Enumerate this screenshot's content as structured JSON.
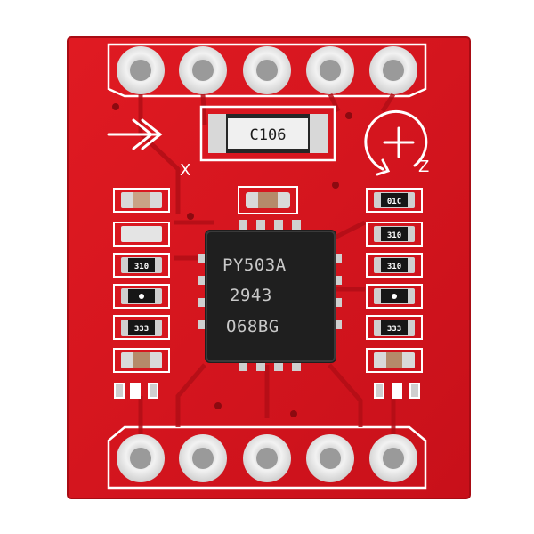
{
  "chip": {
    "line1": "PY503A",
    "line2": "2943",
    "line3": "O68BG"
  },
  "capacitor": {
    "label": "C106"
  },
  "silkscreen": {
    "x_axis": "X",
    "z_axis": "Z"
  },
  "passives": {
    "left_row3": "310",
    "left_row5": "333",
    "right_row1": "01C",
    "right_row2": "310",
    "right_row3": "310",
    "right_row5": "333"
  },
  "colors": {
    "board": "#d4141a",
    "pad": "#e9e9ea",
    "chip": "#222222",
    "silk": "#ffffff"
  },
  "icons": {
    "x_arrow": "arrow-right-icon",
    "z_rotation": "rotation-plus-icon"
  }
}
